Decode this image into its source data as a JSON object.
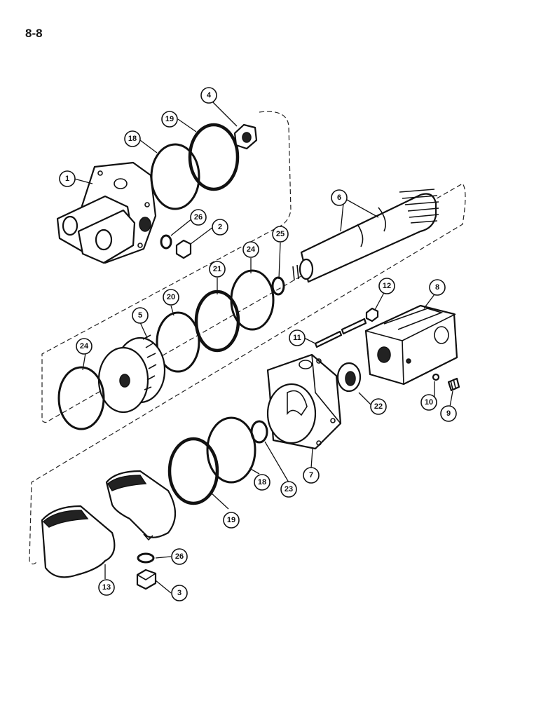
{
  "page_number": "8-8",
  "callouts": [
    {
      "id": "c1",
      "label": "1"
    },
    {
      "id": "c2",
      "label": "2"
    },
    {
      "id": "c3",
      "label": "3"
    },
    {
      "id": "c4",
      "label": "4"
    },
    {
      "id": "c5",
      "label": "5"
    },
    {
      "id": "c6",
      "label": "6"
    },
    {
      "id": "c7",
      "label": "7"
    },
    {
      "id": "c8",
      "label": "8"
    },
    {
      "id": "c9",
      "label": "9"
    },
    {
      "id": "c10",
      "label": "10"
    },
    {
      "id": "c11",
      "label": "11"
    },
    {
      "id": "c12",
      "label": "12"
    },
    {
      "id": "c13",
      "label": "13"
    },
    {
      "id": "c18a",
      "label": "18"
    },
    {
      "id": "c18b",
      "label": "18"
    },
    {
      "id": "c19a",
      "label": "19"
    },
    {
      "id": "c19b",
      "label": "19"
    },
    {
      "id": "c20",
      "label": "20"
    },
    {
      "id": "c21",
      "label": "21"
    },
    {
      "id": "c22",
      "label": "22"
    },
    {
      "id": "c23",
      "label": "23"
    },
    {
      "id": "c24a",
      "label": "24"
    },
    {
      "id": "c24b",
      "label": "24"
    },
    {
      "id": "c25",
      "label": "25"
    },
    {
      "id": "c26a",
      "label": "26"
    },
    {
      "id": "c26b",
      "label": "26"
    }
  ]
}
